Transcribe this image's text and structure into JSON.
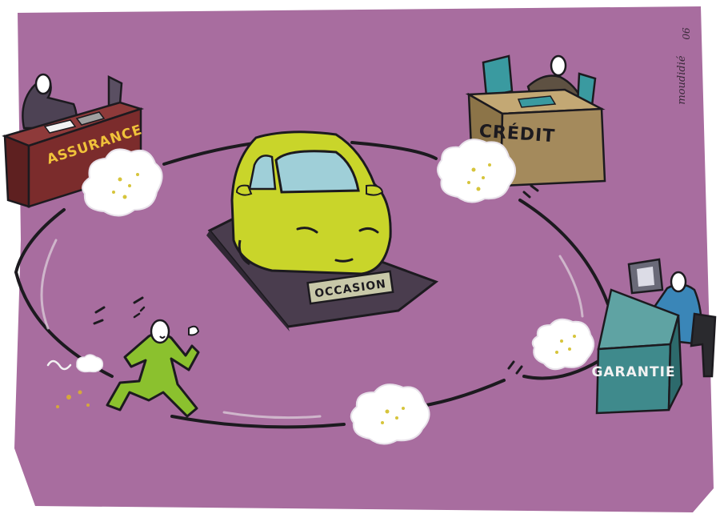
{
  "signs": {
    "assurance": "ASSURANCE",
    "credit": "CRÉDIT",
    "garantie": "GARANTIE",
    "occasion": "OCCASION"
  },
  "signature": {
    "name": "moudidié",
    "year": "06"
  },
  "colors": {
    "background": "#a86d9f",
    "paper": "#ffffff",
    "car_body": "#c9d52a",
    "car_window": "#9fcfd8",
    "plinth": "#4a3d4e",
    "assurance_desk": "#7b2c2c",
    "credit_desk": "#a48a5c",
    "garantie_desk": "#3f8a8c",
    "runner_suit": "#8bc12e",
    "dust_cloud": "#ffffff",
    "dust_speck": "#d6c43b",
    "ink": "#1c1a1f"
  }
}
